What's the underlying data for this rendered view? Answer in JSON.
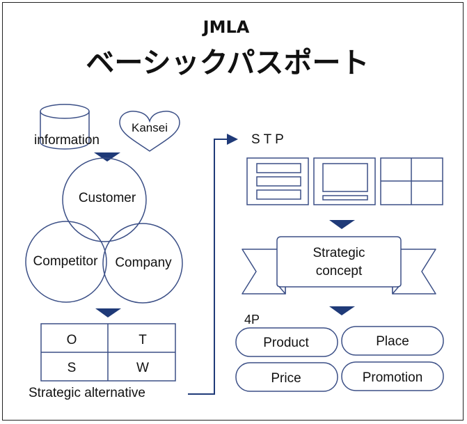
{
  "header": {
    "brand": "JMLA",
    "title": "ベーシックパスポート"
  },
  "left": {
    "information": "information",
    "kansei": "Kansei",
    "customer": "Customer",
    "competitor": "Competitor",
    "company": "Company",
    "swot": {
      "o": "O",
      "t": "T",
      "s": "S",
      "w": "W"
    },
    "strategic_alternative": "Strategic alternative"
  },
  "right": {
    "stp": "S T P",
    "concept_line1": "Strategic",
    "concept_line2": "concept",
    "fourp_label": "4P",
    "fourp": {
      "product": "Product",
      "place": "Place",
      "price": "Price",
      "promotion": "Promotion"
    }
  },
  "colors": {
    "accent": "#1f3a78",
    "line": "#3b4f86",
    "text": "#111111"
  }
}
